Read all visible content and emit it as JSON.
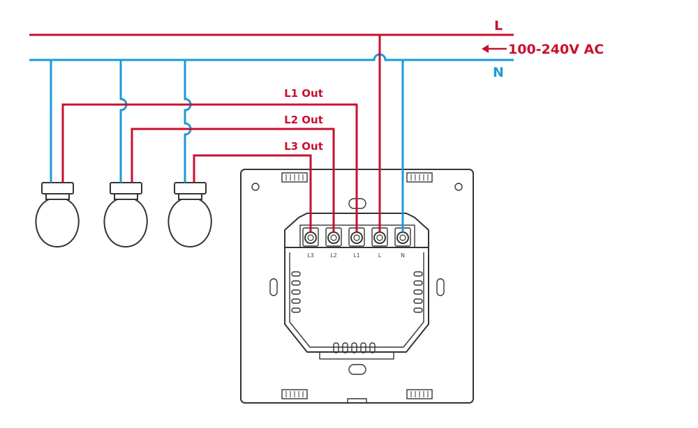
{
  "bus": {
    "line_label": "L",
    "neutral_label": "N",
    "supply_label": "100-240V AC"
  },
  "outputs": [
    {
      "label": "L1 Out"
    },
    {
      "label": "L2 Out"
    },
    {
      "label": "L3 Out"
    }
  ],
  "terminals": [
    "L3",
    "L2",
    "L1",
    "L",
    "N"
  ],
  "colors": {
    "line": "#c8102e",
    "neutral": "#1b9ad6",
    "outline": "#333333"
  }
}
